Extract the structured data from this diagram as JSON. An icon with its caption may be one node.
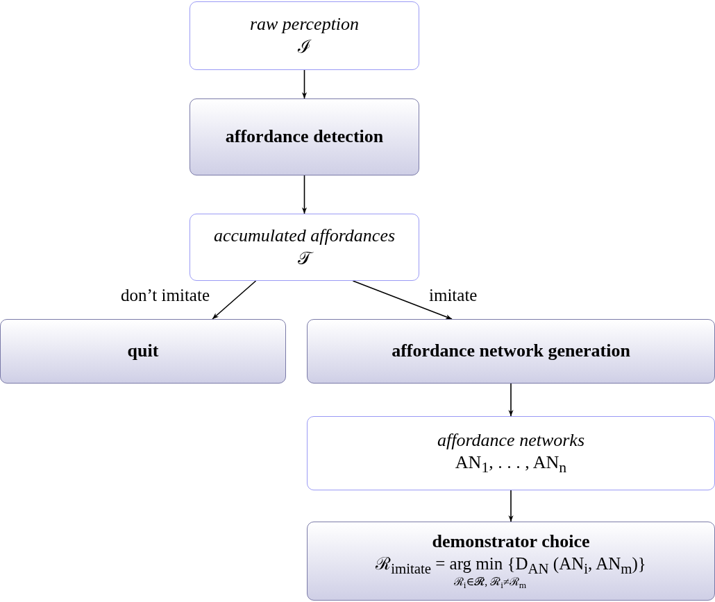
{
  "diagram": {
    "nodes": [
      {
        "text": [
          "raw perception",
          "ℐ"
        ]
      },
      {
        "text": [
          "affordance detection"
        ]
      },
      {
        "text": [
          "accumulated affordances",
          "𝒯"
        ]
      },
      {
        "text": [
          "quit"
        ]
      },
      {
        "text": [
          "affordance network generation"
        ]
      },
      {
        "text": [
          "affordance networks",
          "AN$_{1}$, . . . , AN$_{n}$"
        ]
      },
      {
        "text": [
          "demonstrator choice",
          "ℛ$_{imitate}$ = arg min {D$_{AN}$ (AN$_{i}$, AN$_{m}$)}",
          "ℛ$_{i}$∈𝓡, ℛ$_{i}$≠ℛ$_{m}$"
        ]
      }
    ],
    "edges": [
      {
        "from": 0,
        "to": 1,
        "arrow": "to"
      },
      {
        "from": 1,
        "to": 2,
        "arrow": "to"
      },
      {
        "from": 2,
        "to": 3,
        "arrow": "to",
        "label": "don’t imitate"
      },
      {
        "from": 2,
        "to": 4,
        "arrow": "to",
        "label": "imitate"
      },
      {
        "from": 4,
        "to": 5,
        "arrow": "to"
      },
      {
        "from": 5,
        "to": 6,
        "arrow": "to"
      }
    ]
  }
}
